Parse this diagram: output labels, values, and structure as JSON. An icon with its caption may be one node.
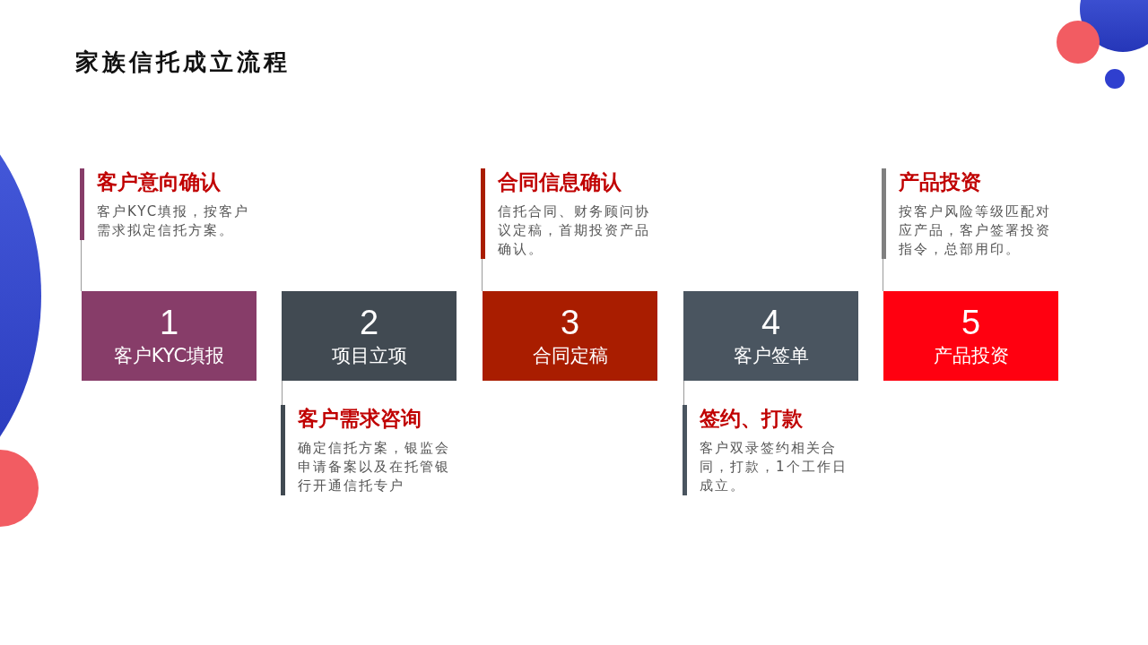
{
  "diagram": {
    "title": "家族信托成立流程",
    "nodes": [
      {
        "text": [
          "客户意向确认",
          "客户KYC填报，按客户需求拟定信托方案。"
        ]
      },
      {
        "text": [
          "合同信息确认",
          "信托合同、财务顾问协议定稿，首期投资产品确认。"
        ]
      },
      {
        "text": [
          "产品投资",
          "按客户风险等级匹配对应产品，客户签署投资指令，总部用印。"
        ]
      },
      {
        "text": [
          "1",
          "客户KYC填报"
        ]
      },
      {
        "text": [
          "2",
          "项目立项"
        ]
      },
      {
        "text": [
          "3",
          "合同定稿"
        ]
      },
      {
        "text": [
          "4",
          "客户签单"
        ]
      },
      {
        "text": [
          "5",
          "产品投资"
        ]
      },
      {
        "text": [
          "客户需求咨询",
          "确定信托方案，银监会申请备案以及在托管银行开通信托专户"
        ]
      },
      {
        "text": [
          "签约、打款",
          "客户双录签约相关合同，打款，1个工作日成立。"
        ]
      }
    ],
    "edges": [
      {
        "from": 0,
        "to": 3,
        "arrow": "none"
      },
      {
        "from": 1,
        "to": 5,
        "arrow": "none"
      },
      {
        "from": 2,
        "to": 7,
        "arrow": "none"
      },
      {
        "from": 8,
        "to": 4,
        "arrow": "none"
      },
      {
        "from": 9,
        "to": 6,
        "arrow": "none"
      }
    ]
  }
}
